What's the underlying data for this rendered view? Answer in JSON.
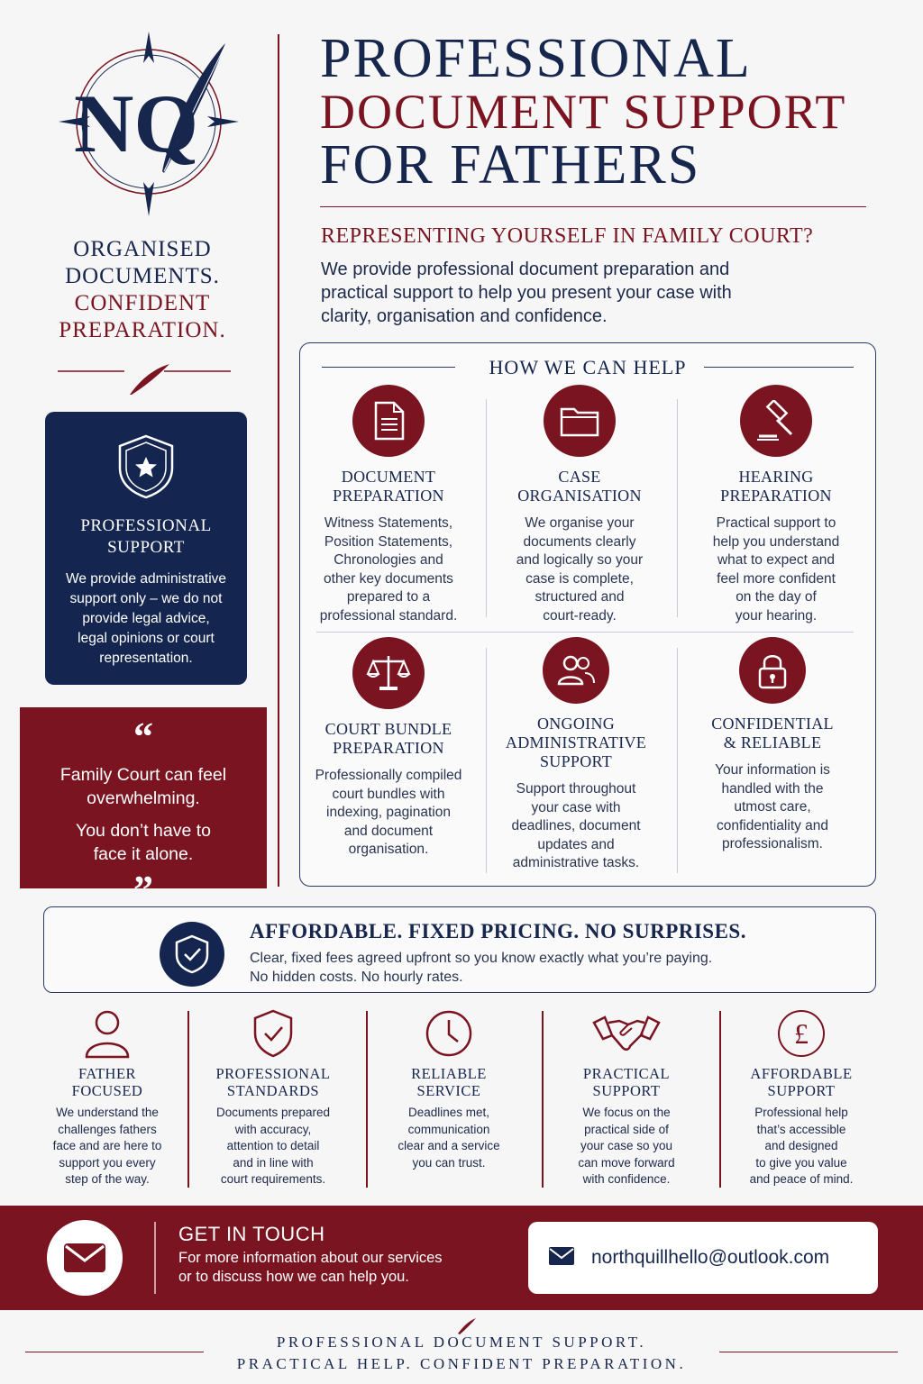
{
  "brand": {
    "logo_text": "NQ",
    "tagline_line1": "ORGANISED",
    "tagline_line2": "DOCUMENTS.",
    "tagline_line3": "CONFIDENT",
    "tagline_line4": "PREPARATION."
  },
  "support_card": {
    "title_line1": "PROFESSIONAL",
    "title_line2": "SUPPORT",
    "body_line1": "We provide administrative",
    "body_line2": "support only – we do not",
    "body_line3": "provide legal advice,",
    "body_line4": "legal opinions or court",
    "body_line5": "representation."
  },
  "quote_card": {
    "open_quote": "“",
    "line1": "Family Court can feel",
    "line2": "overwhelming.",
    "line3": "You don’t have to",
    "line4": "face it alone.",
    "close_quote": "”"
  },
  "header": {
    "title_line1": "PROFESSIONAL",
    "title_line2": "DOCUMENT SUPPORT",
    "title_line3": "FOR FATHERS",
    "subhead": "REPRESENTING YOURSELF IN FAMILY COURT?",
    "intro_line1": "We provide professional document preparation and",
    "intro_line2": "practical support to help you present your case with",
    "intro_line3": "clarity, organisation and confidence."
  },
  "help": {
    "title": "HOW WE CAN HELP",
    "services": [
      {
        "icon": "document-icon",
        "h1": "DOCUMENT",
        "h2": "PREPARATION",
        "h3": "",
        "lines": [
          "Witness Statements,",
          "Position Statements,",
          "Chronologies and",
          "other key documents",
          "prepared to a",
          "professional standard."
        ]
      },
      {
        "icon": "folder-icon",
        "h1": "CASE",
        "h2": "ORGANISATION",
        "h3": "",
        "lines": [
          "We organise your",
          "documents clearly",
          "and logically so your",
          "case is complete,",
          "structured and",
          "court-ready."
        ]
      },
      {
        "icon": "gavel-icon",
        "h1": "HEARING",
        "h2": "PREPARATION",
        "h3": "",
        "lines": [
          "Practical support to",
          "help you understand",
          "what to expect and",
          "feel more confident",
          "on the day of",
          "your hearing."
        ]
      },
      {
        "icon": "scales-icon",
        "h1": "COURT BUNDLE",
        "h2": "PREPARATION",
        "h3": "",
        "lines": [
          "Professionally compiled",
          "court bundles with",
          "indexing, pagination",
          "and document",
          "organisation.",
          ""
        ]
      },
      {
        "icon": "people-icon",
        "h1": "ONGOING",
        "h2": "ADMINISTRATIVE",
        "h3": "SUPPORT",
        "lines": [
          "Support throughout",
          "your case with",
          "deadlines, document",
          "updates and",
          "administrative tasks.",
          ""
        ]
      },
      {
        "icon": "padlock-icon",
        "h1": "CONFIDENTIAL",
        "h2": "& RELIABLE",
        "h3": "",
        "lines": [
          "Your information is",
          "handled with the",
          "utmost care,",
          "confidentiality and",
          "professionalism.",
          ""
        ]
      }
    ]
  },
  "pricing": {
    "heading": "AFFORDABLE. FIXED PRICING. NO SURPRISES.",
    "line1": "Clear, fixed fees agreed upfront so you know exactly what you’re paying.",
    "line2": "No hidden costs. No hourly rates."
  },
  "features": [
    {
      "icon": "person-icon",
      "h1": "FATHER",
      "h2": "FOCUSED",
      "lines": [
        "We understand the",
        "challenges fathers",
        "face and are here to",
        "support you every",
        "step of the way."
      ]
    },
    {
      "icon": "shield-check-icon",
      "h1": "PROFESSIONAL",
      "h2": "STANDARDS",
      "lines": [
        "Documents prepared",
        "with accuracy,",
        "attention to detail",
        "and in line with",
        "court requirements."
      ]
    },
    {
      "icon": "clock-icon",
      "h1": "RELIABLE",
      "h2": "SERVICE",
      "lines": [
        "Deadlines met,",
        "communication",
        "clear and a service",
        "you can trust.",
        ""
      ]
    },
    {
      "icon": "handshake-icon",
      "h1": "PRACTICAL",
      "h2": "SUPPORT",
      "lines": [
        "We focus on the",
        "practical side of",
        "your case so you",
        "can move forward",
        "with confidence."
      ]
    },
    {
      "icon": "pound-icon",
      "h1": "AFFORDABLE",
      "h2": "SUPPORT",
      "pound": "£",
      "lines": [
        "Professional help",
        "that’s accessible",
        "and designed",
        "to give you value",
        "and peace of mind."
      ]
    }
  ],
  "contact": {
    "heading": "GET IN TOUCH",
    "line1": "For more information about our services",
    "line2": "or to discuss how we can help you.",
    "email": "northquillhello@outlook.com"
  },
  "footer": {
    "line1": "PROFESSIONAL DOCUMENT SUPPORT.",
    "line2": "PRACTICAL HELP. CONFIDENT PREPARATION."
  },
  "colors": {
    "navy": "#17264d",
    "burgundy": "#7a1420",
    "background": "#f6f6f7"
  }
}
